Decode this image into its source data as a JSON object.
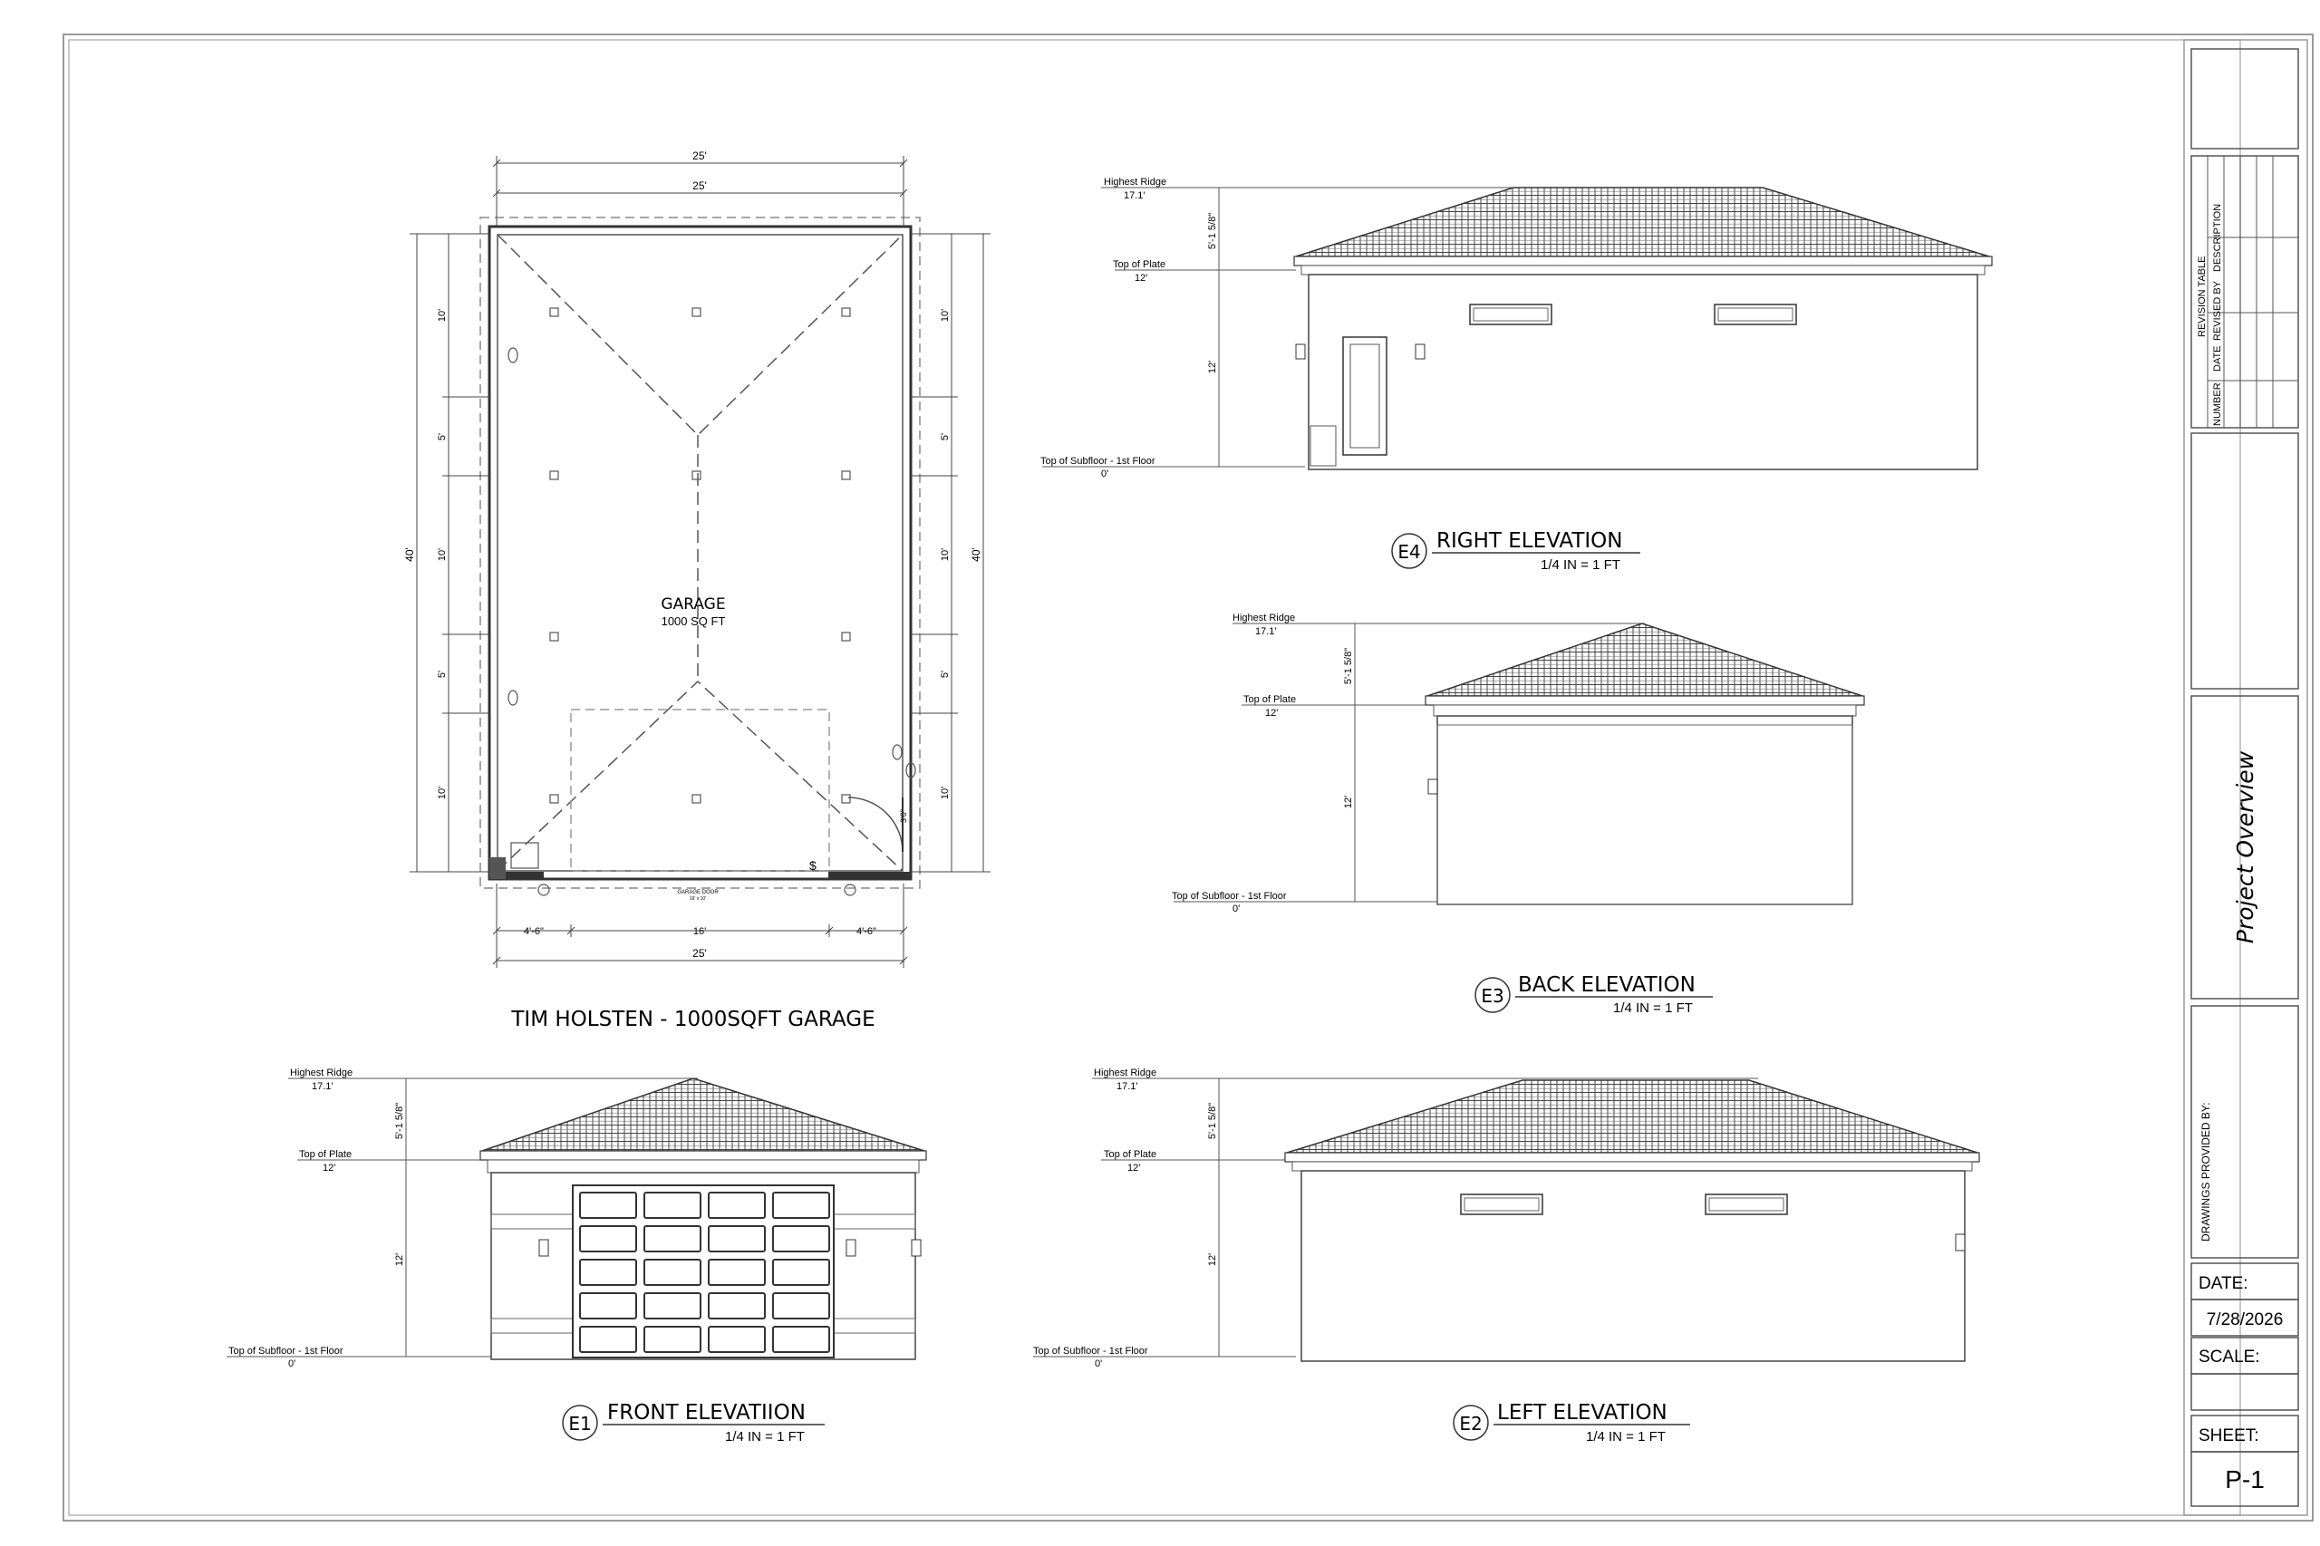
{
  "plan": {
    "dims": {
      "top_outer": "25'",
      "top_inner": "25'",
      "bottom": "25'",
      "left_total": "40'",
      "right_total": "40'",
      "left_segments": [
        "10'",
        "5'",
        "10'",
        "5'",
        "10'"
      ],
      "right_segments": [
        "10'",
        "5'",
        "10'",
        "5'",
        "10'"
      ],
      "bottom_segments": [
        "4'-6\"",
        "16'",
        "4'-6\""
      ]
    },
    "room_name": "GARAGE",
    "room_area": "1000 SQ FT",
    "door_label": "GARAGE DOOR",
    "door_size": "16' x 10'",
    "side_door": "3'0\"",
    "title": "TIM HOLSTEN - 1000SQFT GARAGE"
  },
  "elevation_levels": {
    "ridge_label": "Highest Ridge",
    "ridge_value": "17.1'",
    "plate_label": "Top of Plate",
    "plate_value": "12'",
    "floor_label": "Top of Subfloor - 1st Floor",
    "floor_value": "0'",
    "roof_height": "5'-1 5/8\"",
    "wall_height": "12'"
  },
  "elevations": {
    "right": {
      "tag": "E4",
      "title": "RIGHT ELEVATION",
      "scale": "1/4 IN = 1 FT"
    },
    "back": {
      "tag": "E3",
      "title": "BACK ELEVATION",
      "scale": "1/4 IN = 1 FT"
    },
    "front": {
      "tag": "E1",
      "title": "FRONT ELEVATIION",
      "scale": "1/4 IN = 1 FT"
    },
    "left": {
      "tag": "E2",
      "title": "LEFT ELEVATION",
      "scale": "1/4 IN = 1 FT"
    }
  },
  "title_block": {
    "revision_table": "REVISION TABLE",
    "rev_headers": [
      "NUMBER",
      "DATE",
      "REVISED BY",
      "DESCRIPTION"
    ],
    "project_title": "Project Overview",
    "drawings_by": "DRAWINGS PROVIDED BY:",
    "date_label": "DATE:",
    "date_value": "7/28/2026",
    "scale_label": "SCALE:",
    "scale_value": "",
    "sheet_label": "SHEET:",
    "sheet_value": "P-1"
  }
}
